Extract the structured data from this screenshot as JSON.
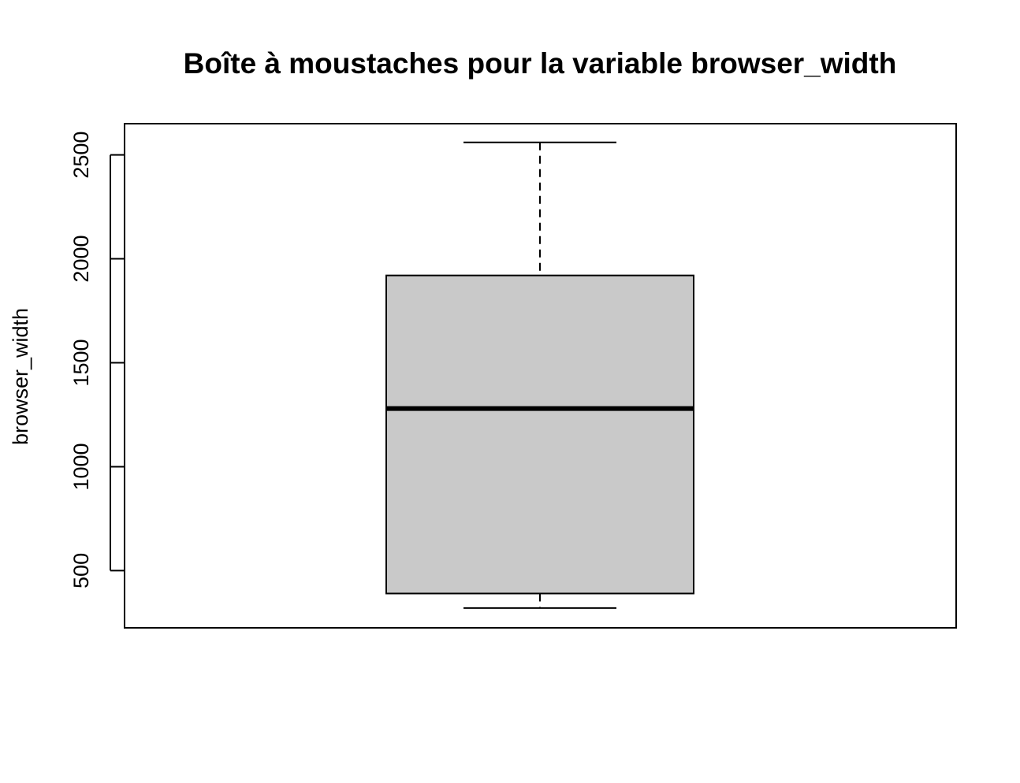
{
  "chart_data": {
    "type": "boxplot",
    "title": "Boîte à moustaches pour la variable browser_width",
    "xlabel": "",
    "ylabel": "browser_width",
    "ylim": [
      225,
      2650
    ],
    "yticks": [
      500,
      1000,
      1500,
      2000,
      2500
    ],
    "grid": false,
    "legend": "none",
    "boxes": [
      {
        "whisker_low": 320,
        "q1": 390,
        "median": 1280,
        "q3": 1920,
        "whisker_high": 2560
      }
    ],
    "colors": {
      "box_fill": "#c9c9c9",
      "stroke": "#000000",
      "background": "#ffffff"
    }
  }
}
